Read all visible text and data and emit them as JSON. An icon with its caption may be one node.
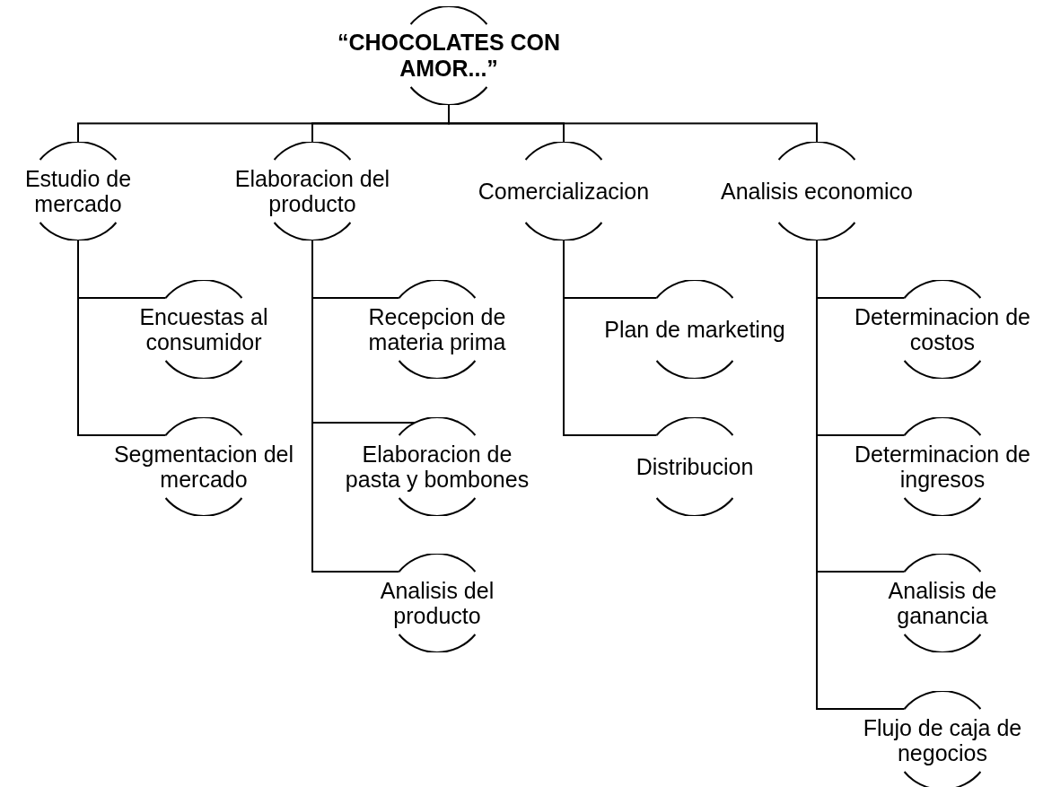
{
  "diagram": {
    "nodes": [
      {
        "text": [
          "“CHOCOLATES CON AMOR...”"
        ]
      },
      {
        "text": [
          "Estudio de mercado"
        ]
      },
      {
        "text": [
          "Elaboracion del producto"
        ]
      },
      {
        "text": [
          "Comercializacion"
        ]
      },
      {
        "text": [
          "Analisis economico"
        ]
      },
      {
        "text": [
          "Encuestas al consumidor"
        ]
      },
      {
        "text": [
          "Segmentacion del mercado"
        ]
      },
      {
        "text": [
          "Recepcion de materia prima"
        ]
      },
      {
        "text": [
          "Elaboracion de pasta y bombones"
        ]
      },
      {
        "text": [
          "Analisis del producto"
        ]
      },
      {
        "text": [
          "Plan de marketing"
        ]
      },
      {
        "text": [
          "Distribucion"
        ]
      },
      {
        "text": [
          "Determinacion de costos"
        ]
      },
      {
        "text": [
          "Determinacion de ingresos"
        ]
      },
      {
        "text": [
          "Analisis de ganancia"
        ]
      },
      {
        "text": [
          "Flujo de caja de negocios"
        ]
      }
    ],
    "edges": [
      {
        "from": 0,
        "to": 1,
        "arrow": "none"
      },
      {
        "from": 0,
        "to": 2,
        "arrow": "none"
      },
      {
        "from": 0,
        "to": 3,
        "arrow": "none"
      },
      {
        "from": 0,
        "to": 4,
        "arrow": "none"
      },
      {
        "from": 1,
        "to": 5,
        "arrow": "none"
      },
      {
        "from": 1,
        "to": 6,
        "arrow": "none"
      },
      {
        "from": 2,
        "to": 7,
        "arrow": "none"
      },
      {
        "from": 2,
        "to": 8,
        "arrow": "none"
      },
      {
        "from": 2,
        "to": 9,
        "arrow": "none"
      },
      {
        "from": 3,
        "to": 10,
        "arrow": "none"
      },
      {
        "from": 3,
        "to": 11,
        "arrow": "none"
      },
      {
        "from": 4,
        "to": 12,
        "arrow": "none"
      },
      {
        "from": 4,
        "to": 13,
        "arrow": "none"
      },
      {
        "from": 4,
        "to": 14,
        "arrow": "none"
      },
      {
        "from": 4,
        "to": 15,
        "arrow": "none"
      }
    ]
  }
}
